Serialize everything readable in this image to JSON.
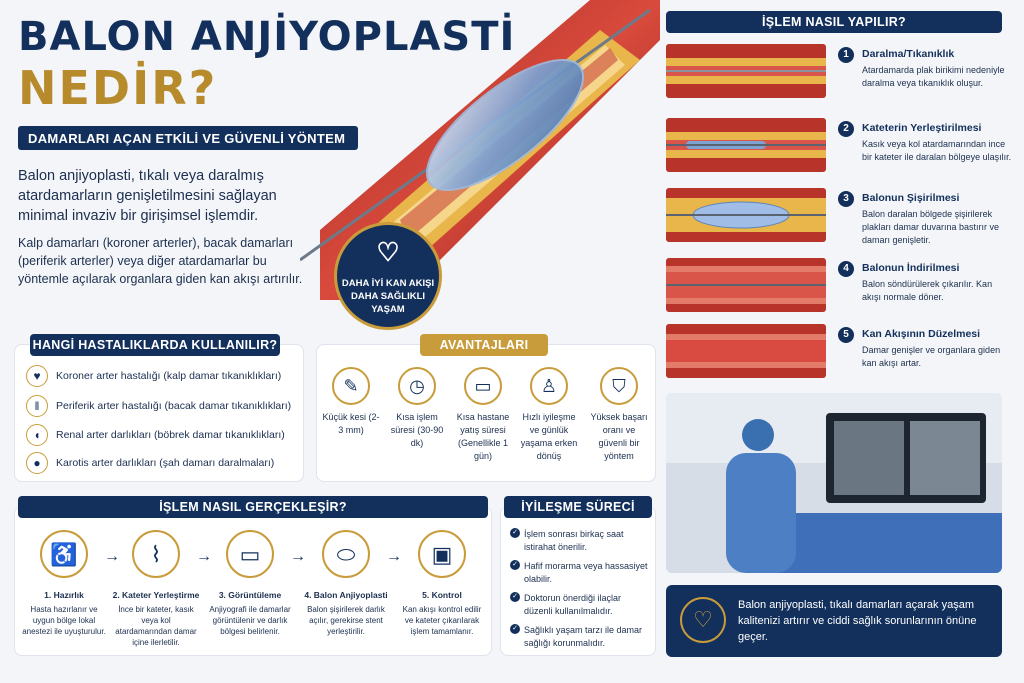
{
  "title_line1": "BALON ANJİYOPLASTİ",
  "title_line2": "NEDİR?",
  "subtitle": "DAMARLARI AÇAN ETKİLİ VE GÜVENLİ YÖNTEM",
  "intro_p1": "Balon anjiyoplasti, tıkalı veya daralmış atardamarların genişletilmesini sağlayan minimal invaziv bir girişimsel işlemdir.",
  "intro_p2": "Kalp damarları (koroner arterler), bacak damarları (periferik arterler) veya diğer atardamarlar bu yöntemle açılarak organlara giden kan akışı artırılır.",
  "badge": {
    "line1": "DAHA İYİ KAN AKIŞI",
    "line2": "DAHA SAĞLIKLI",
    "line3": "YAŞAM",
    "icon": "heart-pulse-icon"
  },
  "diseases": {
    "header": "HANGİ HASTALIKLARDA KULLANILIR?",
    "items": [
      {
        "icon": "heart-icon",
        "label": "Koroner arter hastalığı (kalp damar tıkanıklıkları)"
      },
      {
        "icon": "leg-icon",
        "label": "Periferik arter hastalığı (bacak damar tıkanıklıkları)"
      },
      {
        "icon": "kidney-icon",
        "label": "Renal arter darlıkları (böbrek damar tıkanıklıkları)"
      },
      {
        "icon": "head-icon",
        "label": "Karotis arter darlıkları (şah damarı daralmaları)"
      }
    ]
  },
  "advantages": {
    "header": "AVANTAJLARI",
    "items": [
      {
        "icon": "scalpel-icon",
        "label": "Küçük kesi (2-3 mm)"
      },
      {
        "icon": "clock-icon",
        "label": "Kısa işlem süresi (30-90 dk)"
      },
      {
        "icon": "bed-icon",
        "label": "Kısa hastane yatış süresi (Genellikle 1 gün)"
      },
      {
        "icon": "person-icon",
        "label": "Hızlı iyileşme ve günlük yaşama erken dönüş"
      },
      {
        "icon": "shield-icon",
        "label": "Yüksek başarı oranı ve güvenli bir yöntem"
      }
    ]
  },
  "how_done": {
    "header": "İŞLEM NASIL YAPILIR?",
    "steps": [
      {
        "num": "1",
        "title": "Daralma/Tıkanıklık",
        "desc": "Atardamarda plak birikimi nedeniyle daralma veya tıkanıklık oluşur."
      },
      {
        "num": "2",
        "title": "Kateterin Yerleştirilmesi",
        "desc": "Kasık veya kol atardamarından ince bir kateter ile daralan bölgeye ulaşılır."
      },
      {
        "num": "3",
        "title": "Balonun Şişirilmesi",
        "desc": "Balon daralan bölgede şişirilerek plakları damar duvarına bastırır ve damarı genişletir."
      },
      {
        "num": "4",
        "title": "Balonun İndirilmesi",
        "desc": "Balon söndürülerek çıkarılır. Kan akışı normale döner."
      },
      {
        "num": "5",
        "title": "Kan Akışının Düzelmesi",
        "desc": "Damar genişler ve organlara giden kan akışı artar."
      }
    ]
  },
  "process": {
    "header": "İŞLEM NASIL GERÇEKLEŞİR?",
    "steps": [
      {
        "icon": "patient-icon",
        "title": "1. Hazırlık",
        "desc": "Hasta hazırlanır ve uygun bölge lokal anestezi ile uyuşturulur."
      },
      {
        "icon": "vessel-icon",
        "title": "2. Kateter Yerleştirme",
        "desc": "İnce bir kateter, kasık veya kol atardamarından damar içine ilerletilir."
      },
      {
        "icon": "monitor-icon",
        "title": "3. Görüntüleme",
        "desc": "Anjiyografi ile damarlar görüntülenir ve darlık bölgesi belirlenir."
      },
      {
        "icon": "balloon-icon",
        "title": "4. Balon Anjiyoplasti",
        "desc": "Balon şişirilerek darlık açılır, gerekirse stent yerleştirilir."
      },
      {
        "icon": "monitor-check-icon",
        "title": "5. Kontrol",
        "desc": "Kan akışı kontrol edilir ve kateter çıkarılarak işlem tamamlanır."
      }
    ]
  },
  "recovery": {
    "header": "İYİLEŞME SÜRECİ",
    "items": [
      "İşlem sonrası birkaç saat istirahat önerilir.",
      "Hafif morarma veya hassasiyet olabilir.",
      "Doktorun önerdiği ilaçlar düzenli kullanılmalıdır.",
      "Sağlıklı yaşam tarzı ile damar sağlığı korunmalıdır."
    ]
  },
  "conclusion": "Balon anjiyoplasti, tıkalı damarları açarak yaşam kalitenizi artırır ve ciddi sağlık sorunlarının önüne geçer.",
  "colors": {
    "navy": "#13305c",
    "gold": "#c99c3b",
    "artery": "#c8392e",
    "plaque": "#e8b64a"
  }
}
